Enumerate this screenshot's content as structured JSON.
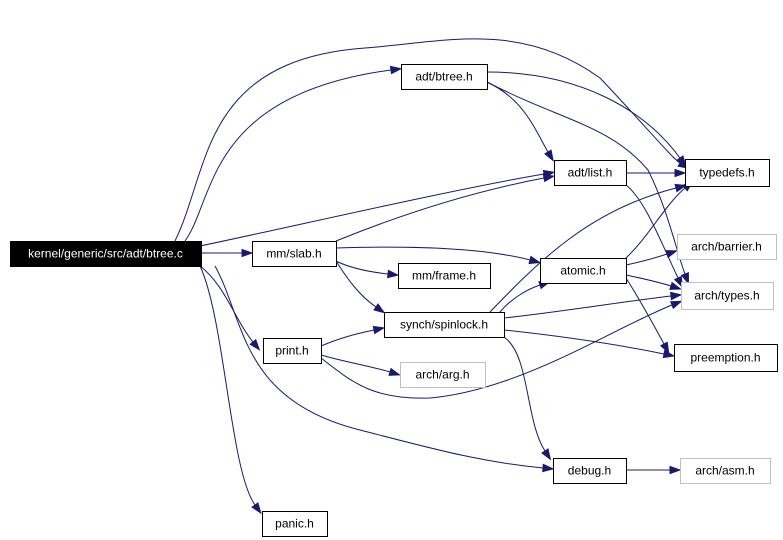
{
  "colors": {
    "edge": "#191970",
    "node_border": "#000000",
    "external_border": "#bfbfbf",
    "root_fill": "#000000",
    "root_text": "#ffffff",
    "node_fill": "#ffffff",
    "node_text": "#000000"
  },
  "nodes": [
    {
      "id": "btree_c",
      "label": "kernel/generic/src/adt/btree.c",
      "kind": "root"
    },
    {
      "id": "btree_h",
      "label": "adt/btree.h",
      "kind": "normal"
    },
    {
      "id": "list_h",
      "label": "adt/list.h",
      "kind": "normal"
    },
    {
      "id": "typedefs_h",
      "label": "typedefs.h",
      "kind": "normal"
    },
    {
      "id": "slab_h",
      "label": "mm/slab.h",
      "kind": "normal"
    },
    {
      "id": "frame_h",
      "label": "mm/frame.h",
      "kind": "normal"
    },
    {
      "id": "atomic_h",
      "label": "atomic.h",
      "kind": "normal"
    },
    {
      "id": "barrier_h",
      "label": "arch/barrier.h",
      "kind": "external"
    },
    {
      "id": "types_h",
      "label": "arch/types.h",
      "kind": "external"
    },
    {
      "id": "spinlock_h",
      "label": "synch/spinlock.h",
      "kind": "normal"
    },
    {
      "id": "print_h",
      "label": "print.h",
      "kind": "normal"
    },
    {
      "id": "arg_h",
      "label": "arch/arg.h",
      "kind": "external"
    },
    {
      "id": "preemption_h",
      "label": "preemption.h",
      "kind": "normal"
    },
    {
      "id": "debug_h",
      "label": "debug.h",
      "kind": "normal"
    },
    {
      "id": "asm_h",
      "label": "arch/asm.h",
      "kind": "external"
    },
    {
      "id": "panic_h",
      "label": "panic.h",
      "kind": "normal"
    }
  ],
  "edges": [
    {
      "from": "btree_c",
      "to": "btree_h"
    },
    {
      "from": "btree_c",
      "to": "typedefs_h"
    },
    {
      "from": "btree_c",
      "to": "list_h"
    },
    {
      "from": "btree_c",
      "to": "slab_h"
    },
    {
      "from": "btree_c",
      "to": "print_h"
    },
    {
      "from": "btree_c",
      "to": "debug_h"
    },
    {
      "from": "btree_c",
      "to": "panic_h"
    },
    {
      "from": "btree_h",
      "to": "list_h"
    },
    {
      "from": "btree_h",
      "to": "typedefs_h"
    },
    {
      "from": "btree_h",
      "to": "types_h"
    },
    {
      "from": "list_h",
      "to": "typedefs_h"
    },
    {
      "from": "list_h",
      "to": "types_h"
    },
    {
      "from": "slab_h",
      "to": "list_h"
    },
    {
      "from": "slab_h",
      "to": "frame_h"
    },
    {
      "from": "slab_h",
      "to": "atomic_h"
    },
    {
      "from": "slab_h",
      "to": "spinlock_h"
    },
    {
      "from": "atomic_h",
      "to": "typedefs_h"
    },
    {
      "from": "atomic_h",
      "to": "barrier_h"
    },
    {
      "from": "atomic_h",
      "to": "types_h"
    },
    {
      "from": "atomic_h",
      "to": "preemption_h"
    },
    {
      "from": "spinlock_h",
      "to": "typedefs_h"
    },
    {
      "from": "spinlock_h",
      "to": "atomic_h"
    },
    {
      "from": "spinlock_h",
      "to": "types_h"
    },
    {
      "from": "spinlock_h",
      "to": "preemption_h"
    },
    {
      "from": "spinlock_h",
      "to": "debug_h"
    },
    {
      "from": "print_h",
      "to": "spinlock_h"
    },
    {
      "from": "print_h",
      "to": "arg_h"
    },
    {
      "from": "print_h",
      "to": "types_h"
    },
    {
      "from": "debug_h",
      "to": "asm_h"
    }
  ]
}
